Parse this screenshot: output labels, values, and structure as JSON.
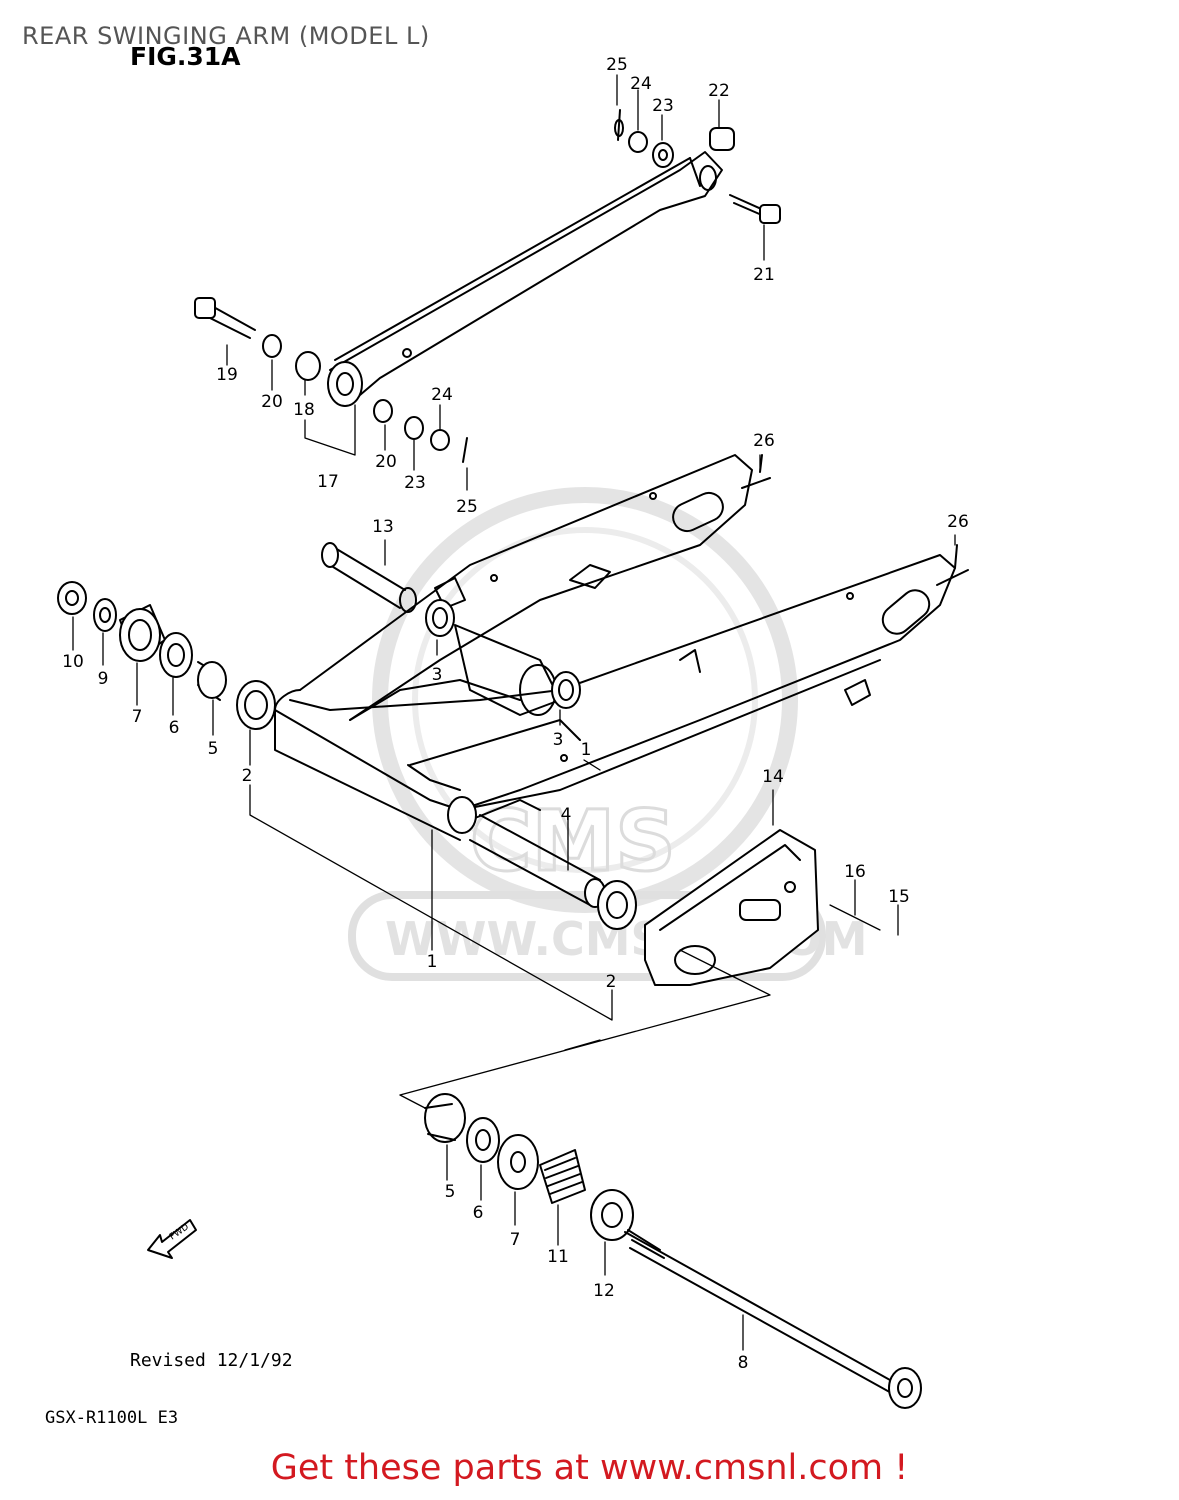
{
  "title": "REAR SWINGING ARM (MODEL L)",
  "figure_label": "FIG.31A",
  "revised": "Revised 12/1/92",
  "model_code": "GSX-R1100L E3",
  "cta_text": "Get these parts at www.cmsnl.com !",
  "watermark": {
    "logo_text": "CMS",
    "url_text": "WWW.CMSNL.COM"
  },
  "fwd_arrow_label": "FWD",
  "part_numbers": [
    "1",
    "2",
    "3",
    "4",
    "5",
    "6",
    "7",
    "8",
    "9",
    "10",
    "11",
    "12",
    "13",
    "14",
    "15",
    "16",
    "17",
    "18",
    "19",
    "20",
    "21",
    "22",
    "23",
    "24",
    "25",
    "26"
  ],
  "colors": {
    "title": "#555555",
    "cta": "#d31920",
    "line": "#000000",
    "watermark": "#dcdcdc"
  }
}
